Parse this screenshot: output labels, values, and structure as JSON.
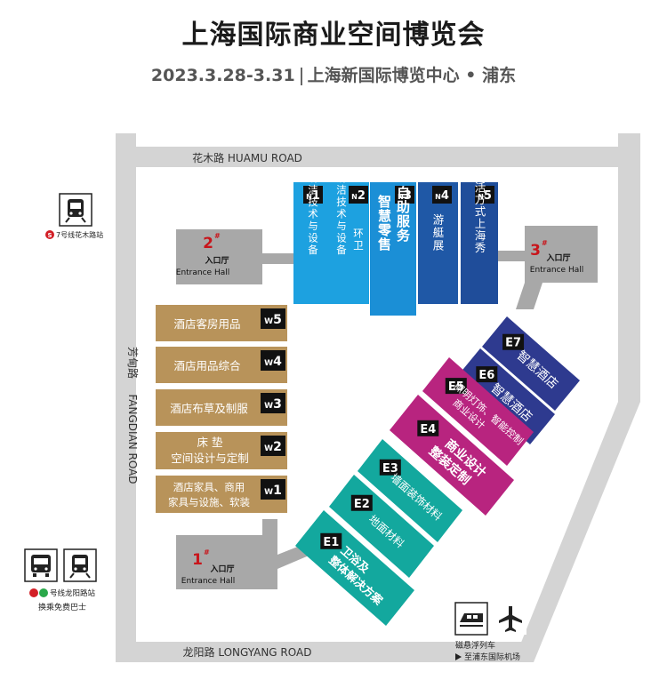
{
  "header": {
    "title": "上海国际商业空间博览会",
    "date": "2023.3.28-3.31",
    "venue": "上海新国际博览中心",
    "district": "浦东"
  },
  "roads": {
    "north": "花木路  HUAMU ROAD",
    "west_cn": "芳甸路",
    "west_en": "FANGDIAN ROAD",
    "south": "龙阳路  LONGYANG ROAD"
  },
  "entrances": [
    {
      "num": "1",
      "label_cn": "入口厅",
      "label_en": "Entrance Hall"
    },
    {
      "num": "2",
      "label_cn": "入口厅",
      "label_en": "Entrance Hall"
    },
    {
      "num": "3",
      "label_cn": "入口厅",
      "label_en": "Entrance Hall"
    }
  ],
  "halls_north": [
    {
      "code": "N",
      "num": "1",
      "name": [
        "清洁技术与设备"
      ],
      "color": "#1da1e0"
    },
    {
      "code": "N",
      "num": "2",
      "name": [
        "清洁技术与设备",
        "环卫"
      ],
      "color": "#1da1e0"
    },
    {
      "code": "N",
      "num": "3",
      "name": [
        "智慧零售",
        "自助服务"
      ],
      "color": "#1b8fd6"
    },
    {
      "code": "N",
      "num": "4",
      "name": [
        "游艇展"
      ],
      "color": "#1f58a6"
    },
    {
      "code": "N",
      "num": "5",
      "name": [
        "生活方式上海秀"
      ],
      "color": "#1f4d9a"
    }
  ],
  "halls_west": [
    {
      "code": "W",
      "num": "5",
      "name": [
        "酒店客房用品"
      ]
    },
    {
      "code": "W",
      "num": "4",
      "name": [
        "酒店用品综合"
      ]
    },
    {
      "code": "W",
      "num": "3",
      "name": [
        "酒店布草及制服"
      ]
    },
    {
      "code": "W",
      "num": "2",
      "name": [
        "床 垫",
        "空间设计与定制"
      ]
    },
    {
      "code": "W",
      "num": "1",
      "name": [
        "酒店家具、商用",
        "家具与设施、软装"
      ]
    }
  ],
  "halls_east": [
    {
      "code": "E",
      "num": "1",
      "name": [
        "卫浴及",
        "整体解决方案"
      ],
      "color": "#13a89e"
    },
    {
      "code": "E",
      "num": "2",
      "name": [
        "地面材料"
      ],
      "color": "#13a89e"
    },
    {
      "code": "E",
      "num": "3",
      "name": [
        "墙面装饰材料"
      ],
      "color": "#13a89e"
    },
    {
      "code": "E",
      "num": "4",
      "name": [
        "商业设计",
        "整装定制"
      ],
      "color": "#b8247f"
    },
    {
      "code": "E",
      "num": "5",
      "name": [
        "照明灯饰、智能控制",
        "商业设计"
      ],
      "color": "#b8247f"
    },
    {
      "code": "E",
      "num": "6",
      "name": [
        "智慧酒店"
      ],
      "color": "#2e3a8f"
    },
    {
      "code": "E",
      "num": "7",
      "name": [
        "智慧酒店"
      ],
      "color": "#2e3a8f"
    }
  ],
  "transit": {
    "metro7_label": "7号线花木路站",
    "line_label": "号线龙阳路站",
    "bus_label": "换乘免费巴士",
    "maglev_label": "磁悬浮列车",
    "airport_label": "至浦东国际机场"
  },
  "colors": {
    "road": "#d4d4d4",
    "entrance": "#a8a8a8",
    "west_hall": "#b8935a",
    "badge": "#111111"
  }
}
